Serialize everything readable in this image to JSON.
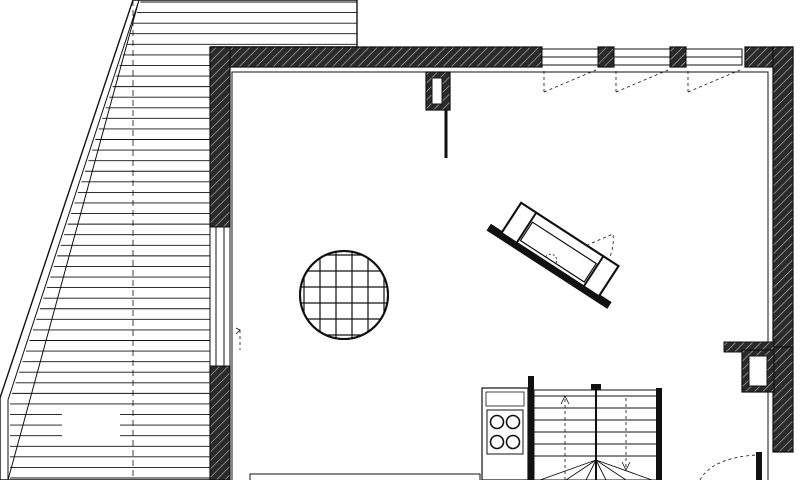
{
  "plan": {
    "ink": "#111111",
    "wall_fill": "#1a1a1a",
    "hatch": "#555555",
    "paper": "#ffffff",
    "deck_board_count": 46,
    "window_count": 3,
    "stair_tread_count": 6,
    "stove_burner_count": 4
  }
}
